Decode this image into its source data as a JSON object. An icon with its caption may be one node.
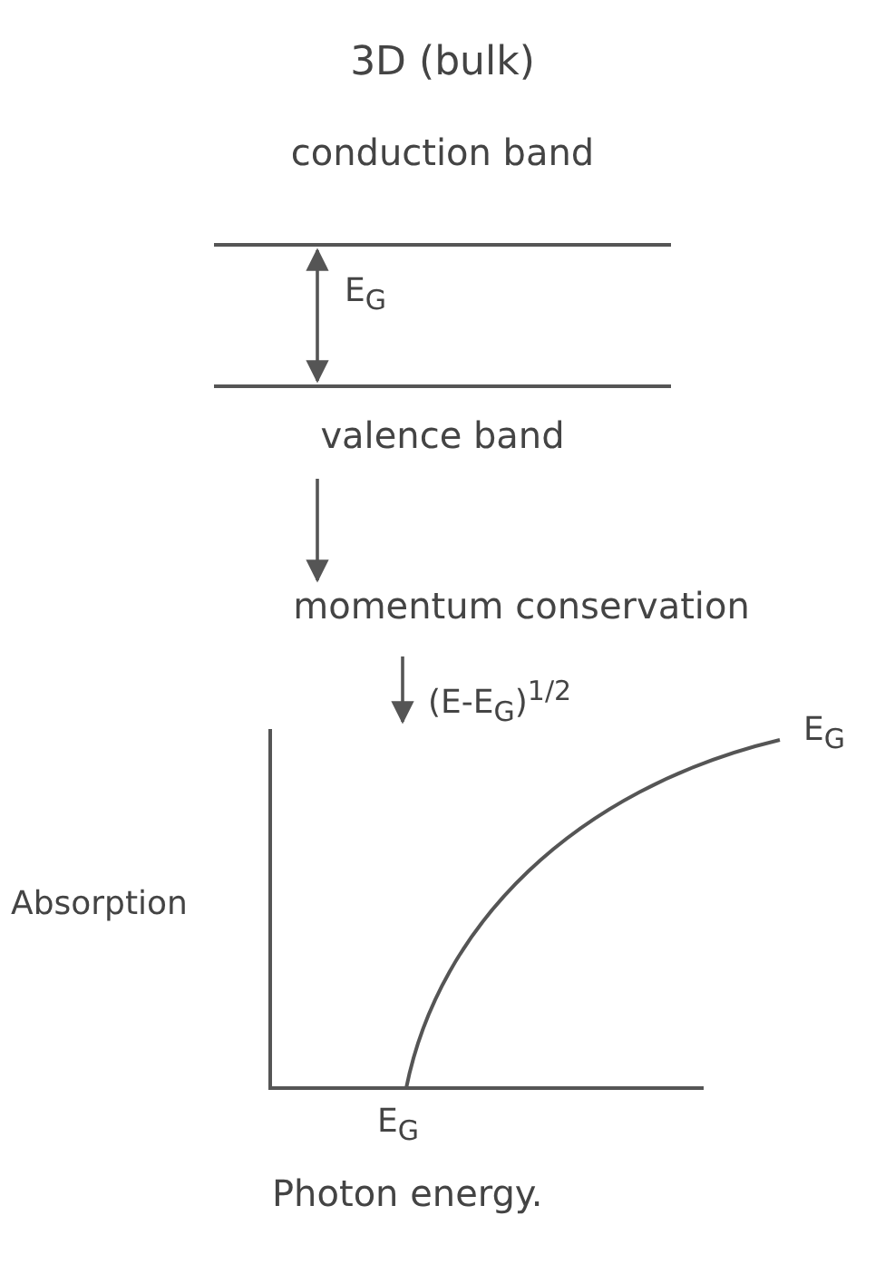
{
  "diagram": {
    "title": "3D (bulk)",
    "nodes": [
      {
        "text": [
          "conduction band"
        ]
      },
      {
        "text": [
          "valence band"
        ]
      },
      {
        "text": [
          "momentum conservation"
        ]
      },
      {
        "text": [],
        "shape": "picture"
      }
    ],
    "edges": [
      {
        "from": 0,
        "to": 1,
        "arrow": "both",
        "label": "E$_{G}$"
      },
      {
        "from": 1,
        "to": 2,
        "arrow": "to"
      },
      {
        "from": 2,
        "to": 3,
        "arrow": "to",
        "label": "(E-E$_{G}$)$^{1/2}$"
      }
    ],
    "labels": [
      "Absorption",
      "E$_{G}$",
      "E$_{G}$",
      "Photon energy."
    ]
  }
}
